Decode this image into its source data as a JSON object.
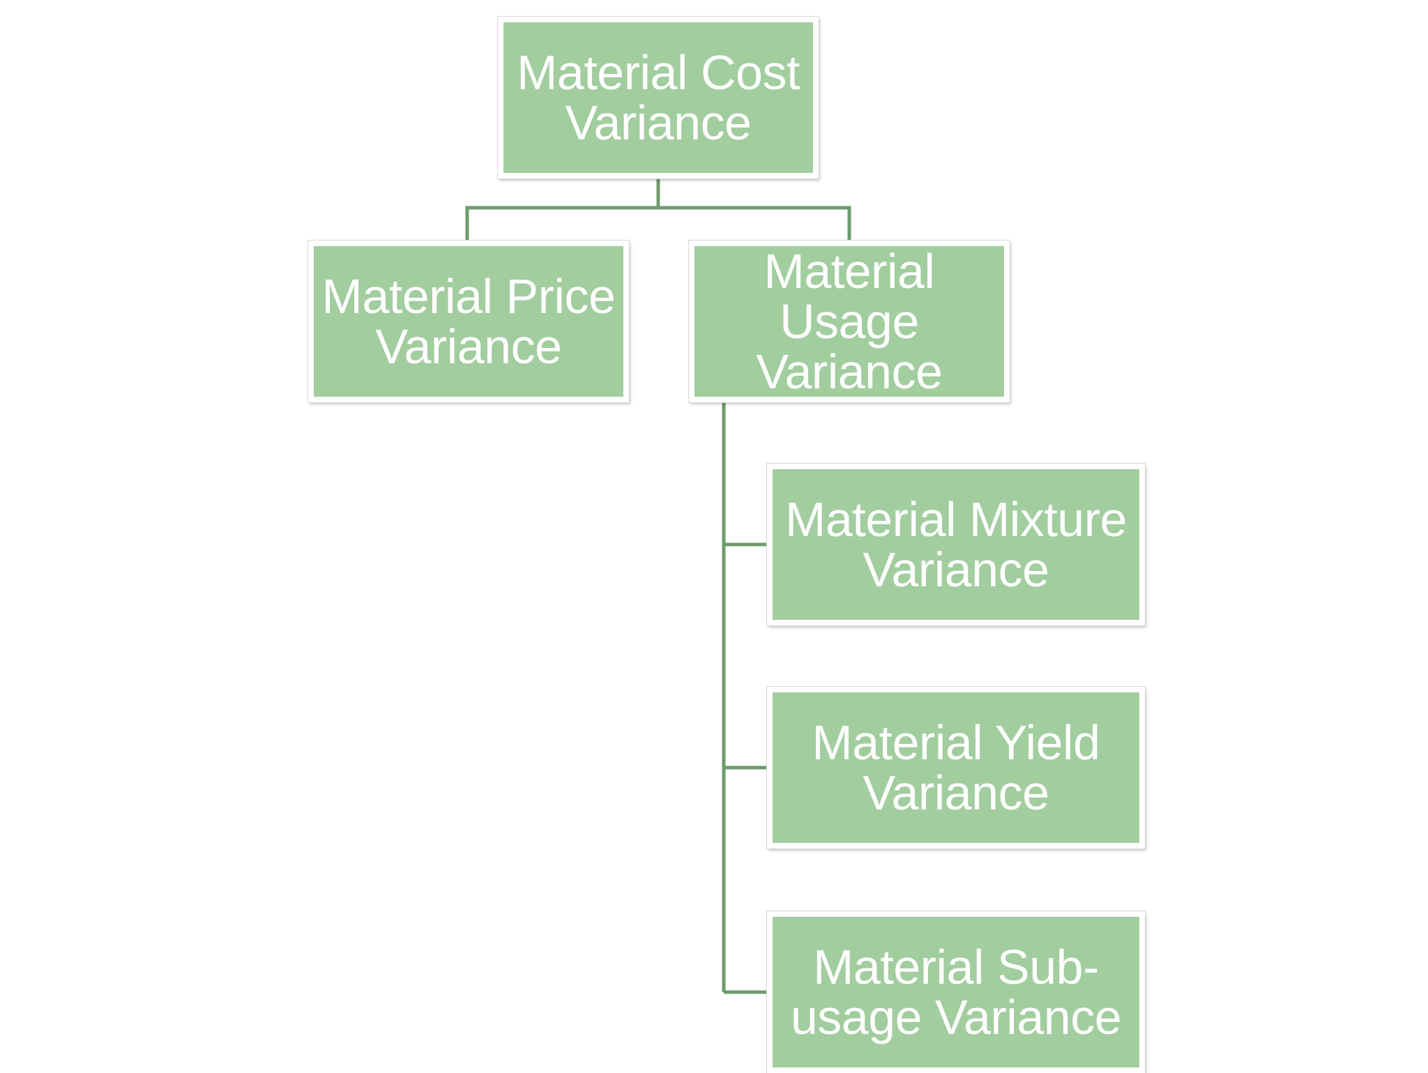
{
  "diagram": {
    "nodes": {
      "root": {
        "label": "Material Cost Variance"
      },
      "price": {
        "label": "Material Price Variance"
      },
      "usage": {
        "label": "Material Usage Variance"
      },
      "mixture": {
        "label": "Material Mixture Variance"
      },
      "yield": {
        "label": "Material Yield Variance"
      },
      "subusage": {
        "label": "Material Sub-usage Variance"
      }
    },
    "edges": [
      {
        "from": "root",
        "to": "price"
      },
      {
        "from": "root",
        "to": "usage"
      },
      {
        "from": "usage",
        "to": "mixture"
      },
      {
        "from": "usage",
        "to": "yield"
      },
      {
        "from": "usage",
        "to": "subusage"
      }
    ],
    "colors": {
      "node_fill": "#a2cd9f",
      "node_border": "#ffffff",
      "connector": "#6e9b6c",
      "text": "#ffffff"
    }
  }
}
